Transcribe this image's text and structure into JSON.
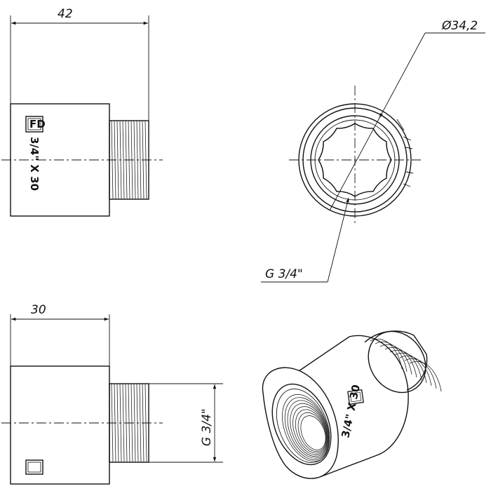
{
  "dimensions": {
    "top_length": "42",
    "outer_diameter": "Ø34,2",
    "thread_callout": "G 3/4\"",
    "bottom_length": "30",
    "side_thread": "G 3/4\""
  },
  "marking": {
    "logo": "FD",
    "size_text": "3/4\" X 30"
  }
}
